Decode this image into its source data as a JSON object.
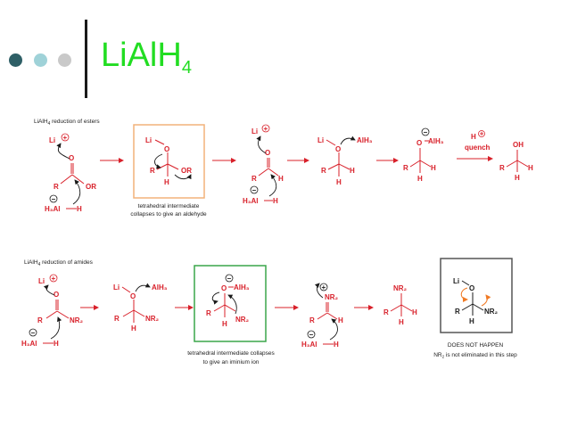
{
  "colors": {
    "dot1": "#2e5f66",
    "dot2": "#9fd2d8",
    "dot3": "#c9c9c9",
    "title": "#22dd22",
    "red": "#d8202a",
    "arrow_orange": "#f07a25",
    "box_orange": "#f2b27a",
    "box_green": "#3aa64a",
    "box_gray": "#555555"
  },
  "slide": {
    "title_main": "LiAlH",
    "title_sub": "4"
  },
  "esters": {
    "heading_pre": "LiAlH",
    "heading_sub": "4",
    "heading_post": " reduction of esters",
    "caption_line1": "tetrahedral intermediate",
    "caption_line2": "collapses to give an aldehyde",
    "quench_label": "quench",
    "h_plus": "H",
    "atoms": {
      "li": "Li",
      "o": "O",
      "r": "R",
      "or": "OR",
      "h": "H",
      "h3al": "H₃Al",
      "alh3": "AlH₃",
      "oh": "OH"
    }
  },
  "amides": {
    "heading_pre": "LiAlH",
    "heading_sub": "4",
    "heading_post": " reduction of amides",
    "caption_line1": "tetrahedral intermediate collapses",
    "caption_line2": "to give an iminium ion",
    "not_line1": "DOES NOT HAPPEN",
    "not_line2_pre": "NR",
    "not_line2_post": " is not eliminated in this step",
    "atoms": {
      "li": "Li",
      "o": "O",
      "r": "R",
      "nr2": "NR₂",
      "h": "H",
      "h3al": "H₃Al",
      "alh3": "AlH₃"
    }
  }
}
